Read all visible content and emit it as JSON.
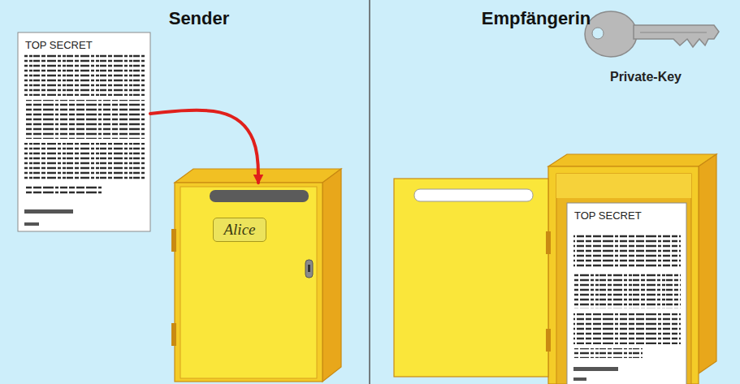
{
  "diagram": {
    "nodes": [
      {
        "text": [
          "TOP SECRET"
        ]
      },
      {
        "text": [
          "Alice"
        ]
      },
      {
        "text": [
          "Private-Key"
        ]
      },
      {
        "text": [
          "TOP SECRET"
        ]
      }
    ],
    "edges": [
      {
        "from": 0,
        "to": 1,
        "arrow": "to"
      }
    ],
    "labels": [
      "Sender",
      "Empfängerin"
    ]
  }
}
